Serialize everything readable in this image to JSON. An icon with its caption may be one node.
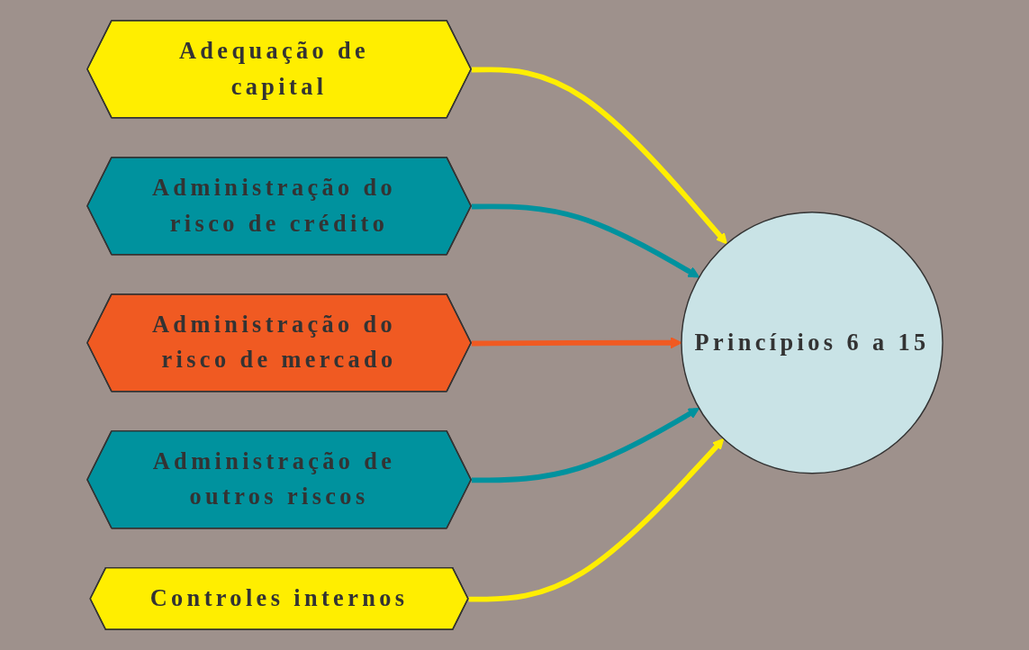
{
  "diagram": {
    "nodes": [
      {
        "text": [
          "Adequação de capital"
        ]
      },
      {
        "text": [
          "Administração do risco de crédito"
        ]
      },
      {
        "text": [
          "Administração do risco de mercado"
        ]
      },
      {
        "text": [
          "Administração de outros riscos"
        ]
      },
      {
        "text": [
          "Controles internos"
        ]
      },
      {
        "text": [
          "Princípios 6 a 15"
        ]
      }
    ],
    "edges": [
      {
        "from": 0,
        "to": 5,
        "arrow": "to",
        "color": "#ffee00"
      },
      {
        "from": 1,
        "to": 5,
        "arrow": "to",
        "color": "#00929e"
      },
      {
        "from": 2,
        "to": 5,
        "arrow": "to",
        "color": "#f05a22"
      },
      {
        "from": 3,
        "to": 5,
        "arrow": "to",
        "color": "#00929e"
      },
      {
        "from": 4,
        "to": 5,
        "arrow": "to",
        "color": "#ffee00"
      }
    ]
  }
}
